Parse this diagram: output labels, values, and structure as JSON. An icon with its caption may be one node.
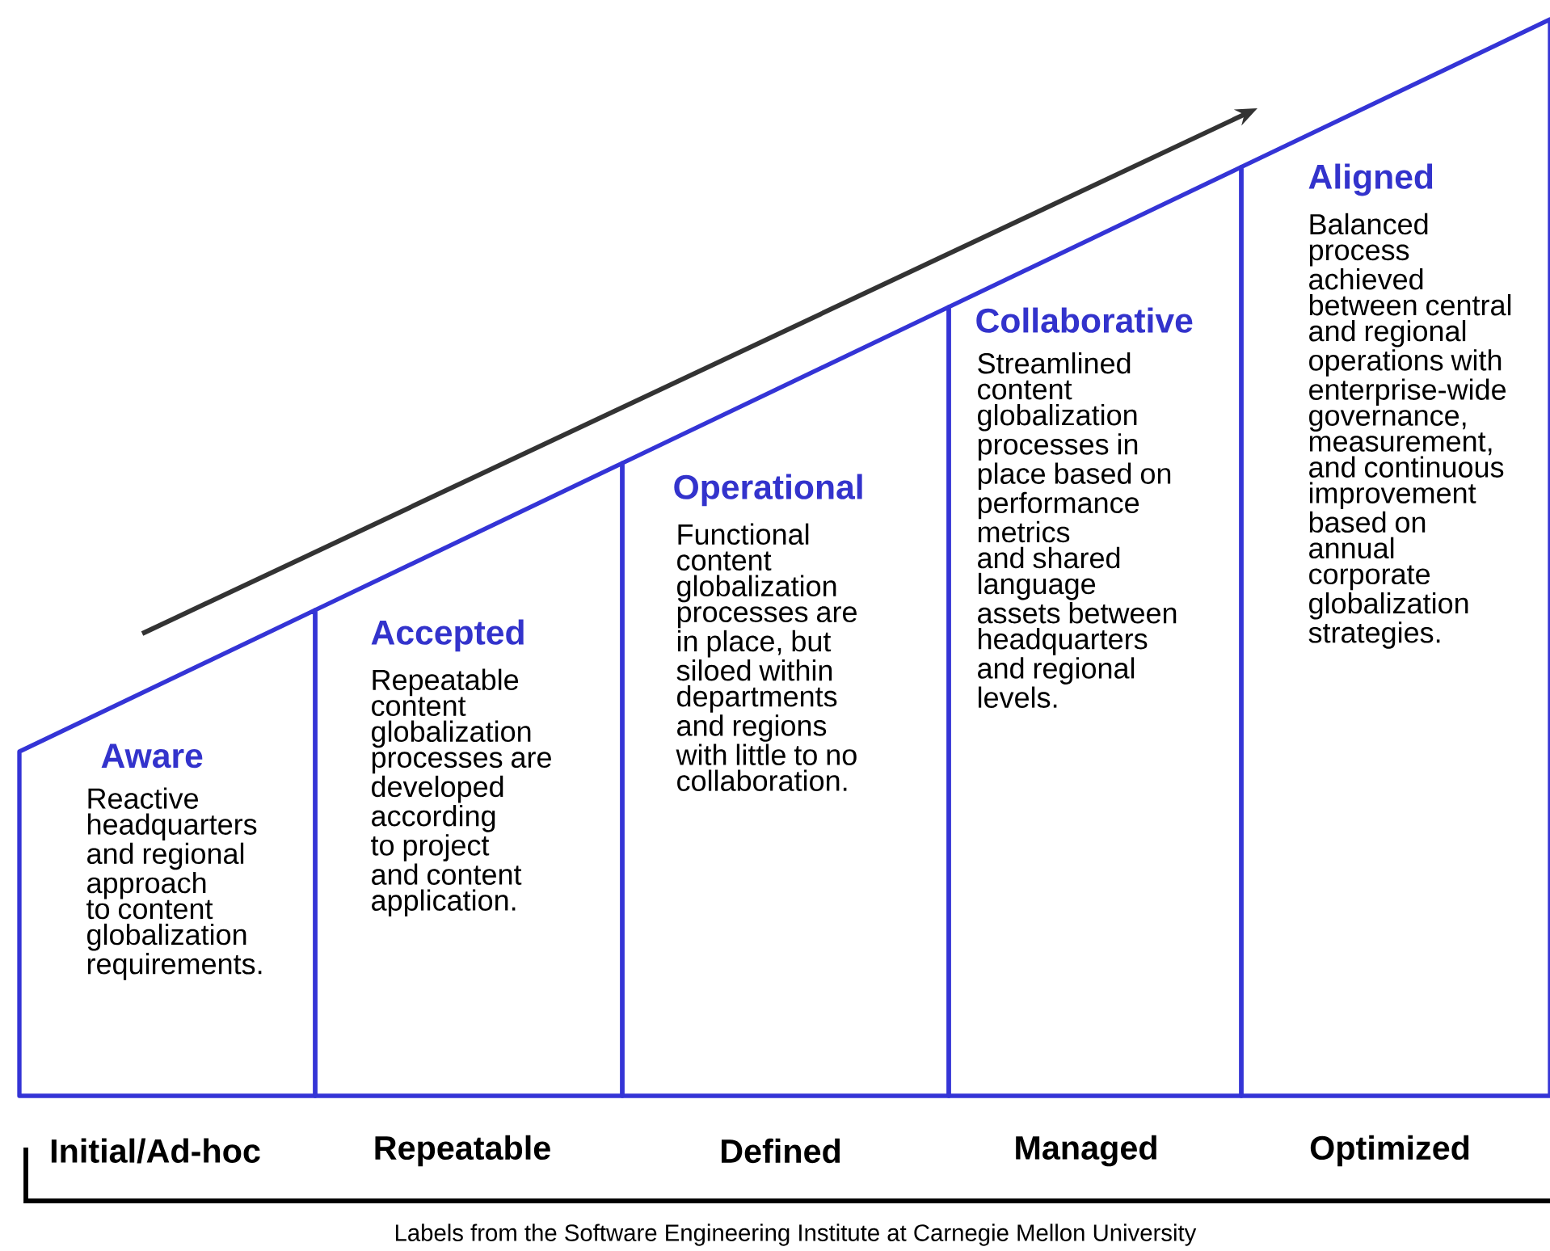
{
  "diagram": {
    "caption": "Labels from the Software Engineering Institute at Carnegie Mellon University",
    "nodes": [
      {
        "text": [
          "Aware",
          "Reactive headquarters and regional approach to content globalization requirements."
        ]
      },
      {
        "text": [
          "Accepted",
          "Repeatable content globalization processes are developed according to project and content application."
        ]
      },
      {
        "text": [
          "Operational",
          "Functional content globalization processes are in place, but siloed within departments and regions with little to no collaboration."
        ]
      },
      {
        "text": [
          "Collaborative",
          "Streamlined content globalization processes in place based on performance metrics and shared language assets between headquarters and regional levels."
        ]
      },
      {
        "text": [
          "Aligned",
          "Balanced process achieved between central and regional operations with enterprise-wide governance, measurement, and continuous improvement based on annual corporate globalization strategies."
        ]
      }
    ],
    "labels": [
      "Initial/Ad-hoc",
      "Repeatable",
      "Defined",
      "Managed",
      "Optimized"
    ]
  }
}
